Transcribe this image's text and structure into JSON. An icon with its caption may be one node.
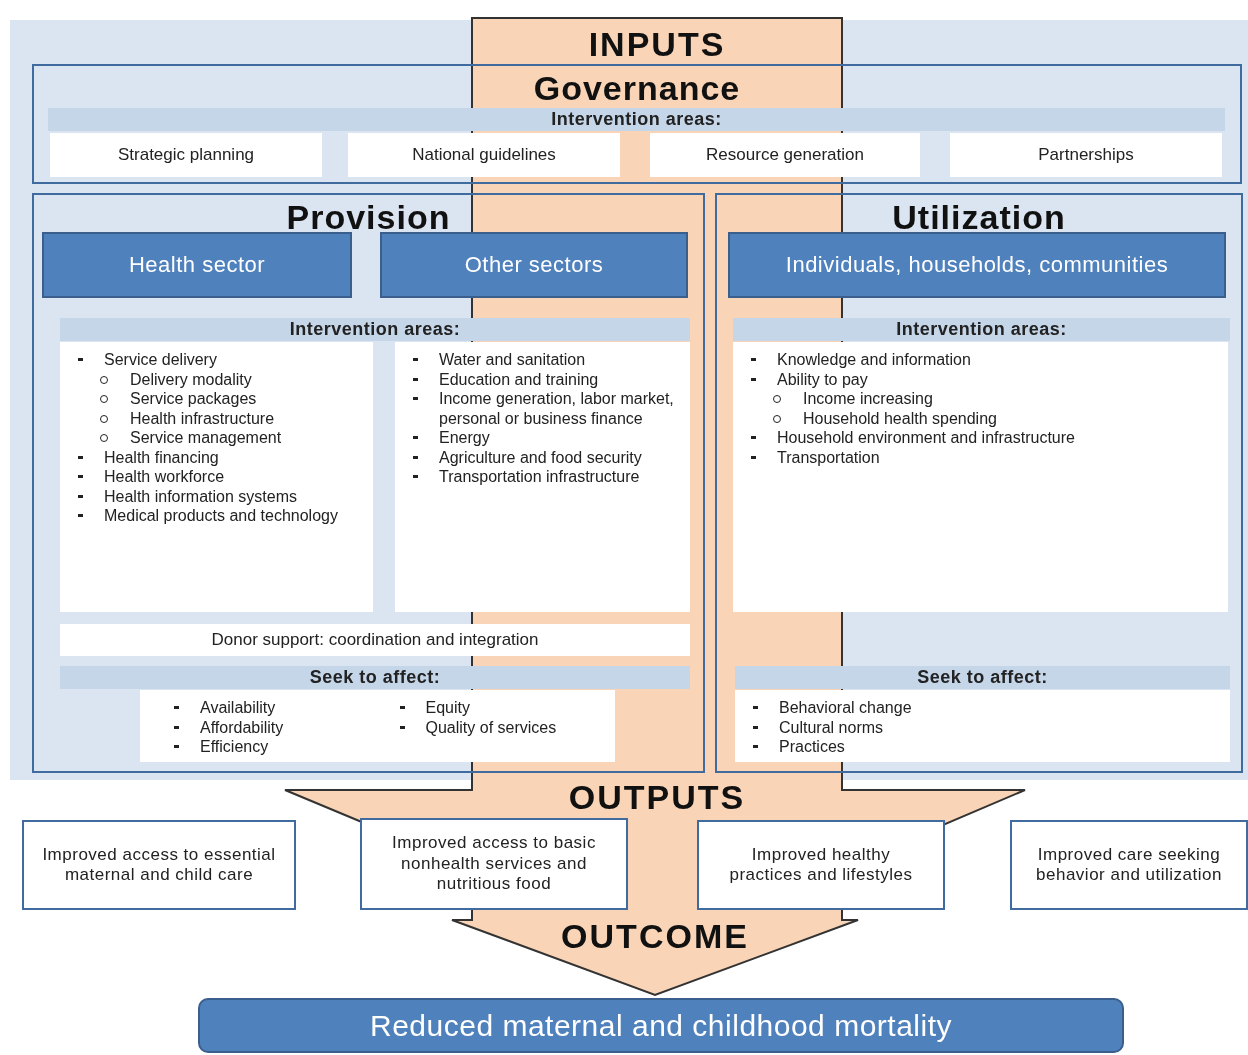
{
  "diagram": {
    "nodes": [
      {
        "text": [
          "Governance"
        ]
      },
      {
        "text": [
          "Intervention areas:"
        ],
        "in": 0
      },
      {
        "text": [
          "Strategic planning"
        ],
        "in": 0
      },
      {
        "text": [
          "National guidelines"
        ],
        "in": 0
      },
      {
        "text": [
          "Resource generation"
        ],
        "in": 0
      },
      {
        "text": [
          "Partnerships"
        ],
        "in": 0
      },
      {
        "text": [
          "Provision"
        ]
      },
      {
        "text": [
          "Health sector"
        ],
        "in": 6
      },
      {
        "text": [
          "Other sectors"
        ],
        "in": 6
      },
      {
        "text": [
          "Intervention areas:"
        ],
        "in": 6
      },
      {
        "text": [
          "Service delivery",
          "Delivery modality",
          "Service packages",
          "Health infrastructure",
          "Service management",
          "Health financing",
          "Health workforce",
          "Health information systems",
          "Medical products and technology"
        ],
        "in": 6
      },
      {
        "text": [
          "Water and sanitation",
          "Education and training",
          "Income generation, labor market, personal or business finance",
          "Energy",
          "Agriculture and food security",
          "Transportation infrastructure"
        ],
        "in": 6
      },
      {
        "text": [
          "Donor support: coordination and integration"
        ],
        "in": 6
      },
      {
        "text": [
          "Seek to affect:"
        ],
        "in": 6
      },
      {
        "text": [
          "Availability",
          "Affordability",
          "Efficiency",
          "Equity",
          "Quality of services"
        ],
        "in": 6
      },
      {
        "text": [
          "Utilization"
        ]
      },
      {
        "text": [
          "Individuals, households, communities"
        ],
        "in": 15
      },
      {
        "text": [
          "Intervention areas:"
        ],
        "in": 15
      },
      {
        "text": [
          "Knowledge and information",
          "Ability to pay",
          "Income increasing",
          "Household health spending",
          "Household environment and infrastructure",
          "Transportation"
        ],
        "in": 15
      },
      {
        "text": [
          "Seek to affect:"
        ],
        "in": 15
      },
      {
        "text": [
          "Behavioral change",
          "Cultural norms",
          "Practices"
        ],
        "in": 15
      },
      {
        "text": [
          "Improved access to essential maternal and child care"
        ]
      },
      {
        "text": [
          "Improved access to basic nonhealth services and nutritious food"
        ]
      },
      {
        "text": [
          "Improved healthy practices and lifestyles"
        ]
      },
      {
        "text": [
          "Improved care seeking behavior and utilization"
        ]
      },
      {
        "text": [
          "Reduced maternal and childhood mortality"
        ]
      }
    ],
    "labels": [
      "INPUTS",
      "OUTPUTS",
      "OUTCOME"
    ]
  }
}
